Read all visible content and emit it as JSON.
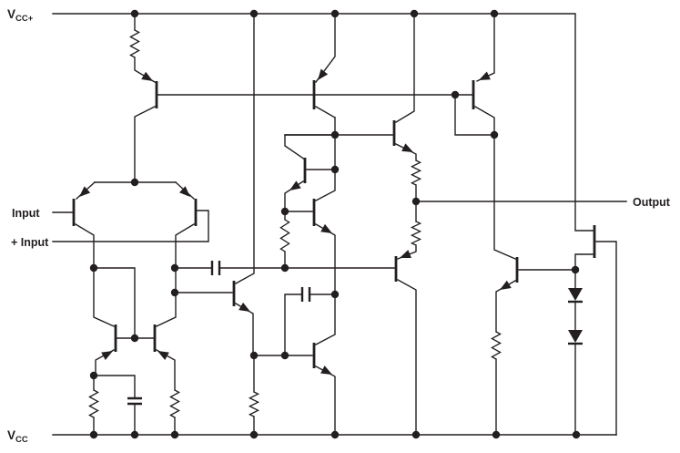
{
  "schematic": {
    "labels": {
      "vcc_top_main": "V",
      "vcc_top_sub": "CC+",
      "vcc_bottom_main": "V",
      "vcc_bottom_sub": "CC",
      "input_inverting": "Input",
      "input_noninverting": "+ Input",
      "output": "Output"
    },
    "palette": {
      "wire": "#231f20",
      "background": "#ffffff"
    },
    "inventory": {
      "bjt_transistors": 14,
      "fet_devices": 1,
      "diodes": 2,
      "resistors": 8,
      "capacitors": 3,
      "supply_rails": 2
    }
  }
}
